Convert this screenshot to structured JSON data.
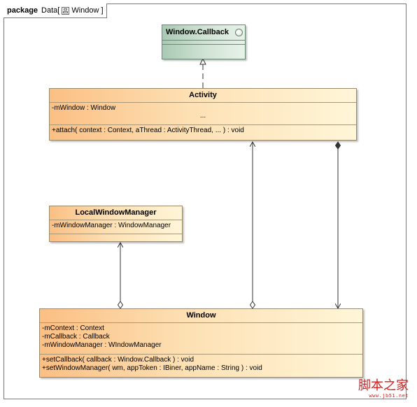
{
  "package_tab": {
    "keyword": "package",
    "name": "Data[",
    "diagram_name": "Window",
    "close": "]"
  },
  "classes": {
    "window_callback": {
      "name": "Window.Callback"
    },
    "activity": {
      "name": "Activity",
      "attributes": [
        "-mWindow : Window"
      ],
      "ellipsis": "...",
      "operations": [
        "+attach( context : Context, aThread : ActivityThread, ... ) : void"
      ]
    },
    "local_window_manager": {
      "name": "LocalWindowManager",
      "attributes": [
        "-mWindowManager : WindowManager"
      ]
    },
    "window": {
      "name": "Window",
      "attributes": [
        "-mContext : Context",
        "-mCallback : Callback",
        "-mWindowManager : WIndowManager"
      ],
      "operations": [
        "+setCallback( callback : Window.Callback ) : void",
        "+setWindowManager( wm, appToken : IBiner, appName : String ) : void"
      ]
    }
  },
  "relationships": [
    {
      "type": "realization",
      "from": "activity",
      "to": "window_callback"
    },
    {
      "type": "aggregation",
      "from": "window",
      "to": "local_window_manager"
    },
    {
      "type": "aggregation",
      "from": "window",
      "to": "activity"
    },
    {
      "type": "composition",
      "from": "activity",
      "to": "window"
    }
  ],
  "watermark": {
    "main": "脚本之家",
    "sub": "www.jb51.net"
  },
  "colors": {
    "class_fill": "#fde0b3",
    "interface_fill": "#cfe2d3",
    "border": "#7a7a7a"
  }
}
